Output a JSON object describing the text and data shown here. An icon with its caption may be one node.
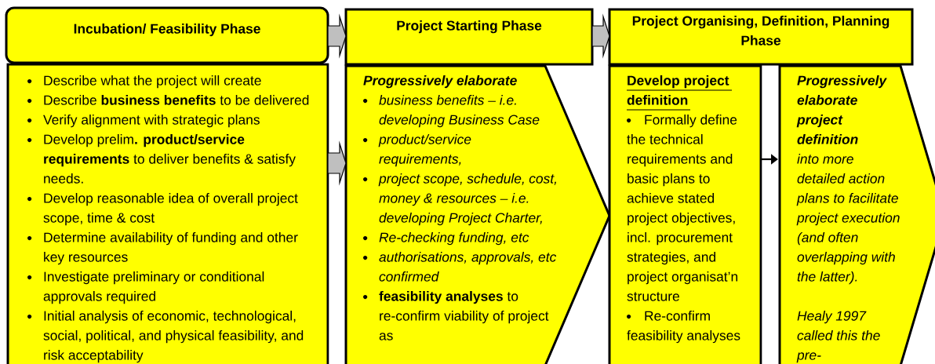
{
  "diagram": {
    "nodes": [
      {
        "text": [
          "Incubation/  Feasibility Phase"
        ]
      },
      {
        "text": [
          "Describe what the project will create",
          "Describe **business benefits** to be delivered",
          "Verify alignment with strategic plans",
          "Develop prelim**. product/service requirements** to deliver benefits & satisfy needs.",
          "Develop reasonable idea of overall project scope, time & cost",
          "Determine availability of funding and other key resources",
          "Investigate preliminary or conditional approvals required",
          "Initial analysis of economic, technological, social, political, and physical feasibility, and risk acceptability"
        ]
      },
      {
        "text": [
          "Project Starting Phase"
        ]
      },
      {
        "text": [
          "Progressively elaborate",
          "business  benefits – i.e. developing Business Case",
          "product/service requirements,",
          "project scope, schedule, cost, money & resources – i.e. developing Project Charter,",
          "Re-checking funding, etc",
          "authorisations, approvals, etc confirmed",
          "**feasibility analyses** to re-confirm viability of project as"
        ]
      },
      {
        "text": [
          "Project Organising, Definition, Planning Phase"
        ]
      },
      {
        "text": [
          "Develop project definition",
          "Formally define the technical requirements and basic plans to achieve stated project objectives, incl. procurement strategies, and project organisat’n structure",
          "Re-confirm feasibility analyses"
        ]
      },
      {
        "text": [
          "Progressively elaborate project definition",
          "into more detailed action plans  to facilitate project execution (and often overlapping with the latter).",
          "Healy 1997 called this the pre-"
        ]
      }
    ],
    "edges": [
      {
        "from": 0,
        "to": 2,
        "arrow": "to"
      },
      {
        "from": 1,
        "to": 3,
        "arrow": "to"
      },
      {
        "from": 2,
        "to": 4,
        "arrow": "to"
      },
      {
        "from": 5,
        "to": 6,
        "arrow": "to",
        "color": "#000000"
      }
    ]
  }
}
